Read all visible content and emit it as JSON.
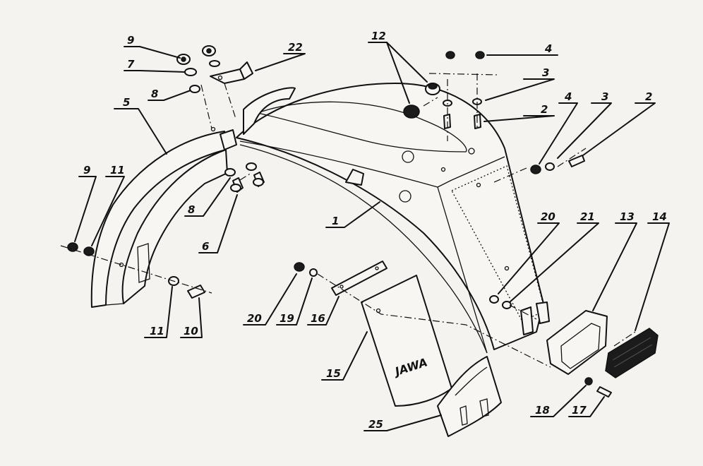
{
  "diagram": {
    "brand_text": "JAWA",
    "labels": {
      "l1": "1",
      "l2a": "2",
      "l2b": "2",
      "l3a": "3",
      "l3b": "3",
      "l4a": "4",
      "l4b": "4",
      "l5": "5",
      "l6": "6",
      "l7": "7",
      "l8a": "8",
      "l8b": "8",
      "l9a": "9",
      "l9b": "9",
      "l10": "10",
      "l11a": "11",
      "l11b": "11",
      "l12": "12",
      "l13": "13",
      "l14": "14",
      "l15": "15",
      "l16": "16",
      "l17": "17",
      "l18": "18",
      "l19": "19",
      "l20a": "20",
      "l20b": "20",
      "l21": "21",
      "l22": "22",
      "l25": "25"
    }
  }
}
